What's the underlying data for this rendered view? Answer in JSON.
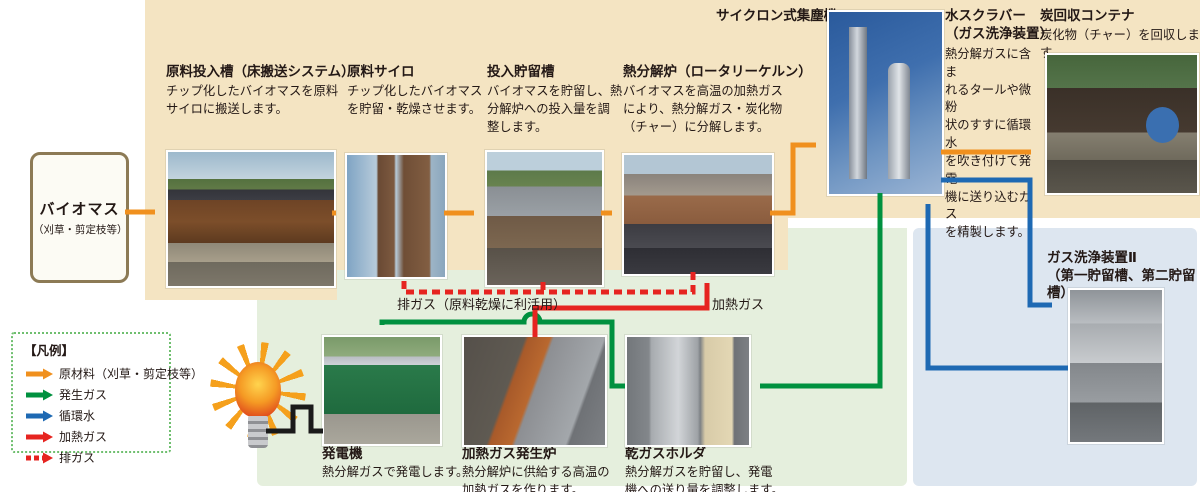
{
  "colors": {
    "panel_beige": "#f4e4c2",
    "panel_green": "#e5efdd",
    "panel_blue": "#dde6f0",
    "flow_material": "#f0901e",
    "flow_gas": "#00913f",
    "flow_water": "#1e69b3",
    "flow_hot_gas": "#e62420",
    "flow_exhaust": "#e62420",
    "wire_black": "#1a1a1a",
    "text": "#231815"
  },
  "source_box": {
    "title": "バイオマス",
    "subtitle": "（刈草・剪定枝等）"
  },
  "stations": [
    {
      "name": "原料投入槽（床搬送システム）",
      "desc": "チップ化したバイオマスを原料\nサイロに搬送します。"
    },
    {
      "name": "原料サイロ",
      "desc": "チップ化したバイオマス\nを貯留・乾燥させます。"
    },
    {
      "name": "投入貯留槽",
      "desc": "バイオマスを貯留し、熱\n分解炉への投入量を調\n整します。"
    },
    {
      "name": "熱分解炉（ロータリーケルン）",
      "desc": "バイオマスを高温の加熱ガス\nにより、熱分解ガス・炭化物\n（チャー）に分解します。"
    },
    {
      "name": "サイクロン式集塵機",
      "desc": ""
    },
    {
      "name": "水スクラバー\n（ガス洗浄装置）",
      "desc": "熱分解ガスに含ま\nれるタールや微粉\n状のすすに循環水\nを吹き付けて発電\n機に送り込むガス\nを精製します。"
    },
    {
      "name": "炭回収コンテナ",
      "desc": "炭化物（チャー）を回収します。"
    },
    {
      "name": "発電機",
      "desc": "熱分解ガスで発電します。"
    },
    {
      "name": "加熱ガス発生炉",
      "desc": "熱分解炉に供給する高温の\n加熱ガスを作ります。"
    },
    {
      "name": "乾ガスホルダ",
      "desc": "熱分解ガスを貯留し、発電\n機への送り量を調整します。"
    },
    {
      "name": "ガス洗浄装置Ⅱ\n（第一貯留槽、第二貯留槽）",
      "desc": ""
    }
  ],
  "flow_labels": {
    "exhaust": "排ガス（原料乾燥に利活用）",
    "hot_gas": "加熱ガス"
  },
  "legend": {
    "title": "【凡例】",
    "items": [
      {
        "label": "原材料（刈草・剪定枝等）",
        "color": "#f0901e",
        "dashed": false
      },
      {
        "label": "発生ガス",
        "color": "#00913f",
        "dashed": false
      },
      {
        "label": "循環水",
        "color": "#1e69b3",
        "dashed": false
      },
      {
        "label": "加熱ガス",
        "color": "#e62420",
        "dashed": false
      },
      {
        "label": "排ガス",
        "color": "#e62420",
        "dashed": true
      }
    ]
  }
}
